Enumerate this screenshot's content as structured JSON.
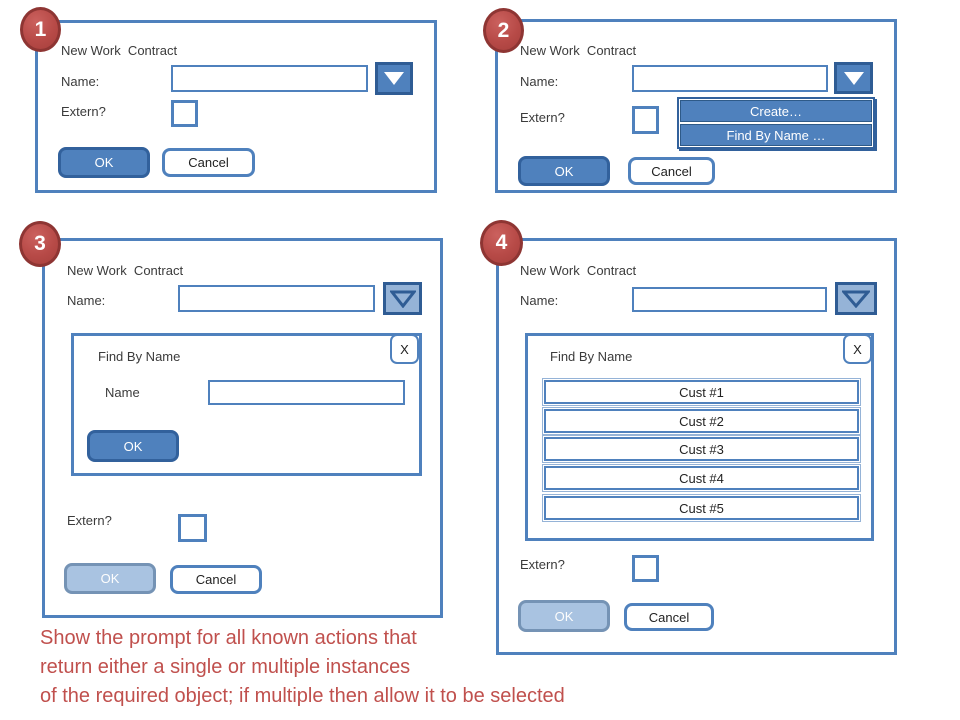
{
  "colors": {
    "accent_blue": "#4F81BD",
    "dark_blue": "#32619c",
    "pressed_light_blue": "#95B3D7",
    "disabled_blue": "#A9C3E1",
    "badge_red": "#BE4B48",
    "caption_red": "#C0504D"
  },
  "caption": {
    "line1": "Show the prompt for all known actions that",
    "line2": "return either a single or multiple instances",
    "line3": "of the required object; if multiple then allow it to be selected"
  },
  "panels": {
    "p1": {
      "badge": "1",
      "title": "New Work  Contract",
      "name_label": "Name:",
      "name_value": "",
      "extern_label": "Extern?",
      "ok_label": "OK",
      "cancel_label": "Cancel"
    },
    "p2": {
      "badge": "2",
      "title": "New Work  Contract",
      "name_label": "Name:",
      "name_value": "",
      "extern_label": "Extern?",
      "ok_label": "OK",
      "cancel_label": "Cancel",
      "menu": {
        "items": [
          "Create…",
          "Find By Name …"
        ]
      }
    },
    "p3": {
      "badge": "3",
      "title": "New Work  Contract",
      "name_label": "Name:",
      "name_value": "",
      "extern_label": "Extern?",
      "ok_label": "OK",
      "cancel_label": "Cancel",
      "subdialog": {
        "title": "Find By Name",
        "close_label": "X",
        "name_label": "Name",
        "name_value": "",
        "ok_label": "OK"
      }
    },
    "p4": {
      "badge": "4",
      "title": "New Work  Contract",
      "name_label": "Name:",
      "name_value": "",
      "extern_label": "Extern?",
      "ok_label": "OK",
      "cancel_label": "Cancel",
      "subdialog": {
        "title": "Find By Name",
        "close_label": "X",
        "results": [
          "Cust #1",
          "Cust #2",
          "Cust #3",
          "Cust #4",
          "Cust #5"
        ]
      }
    }
  }
}
